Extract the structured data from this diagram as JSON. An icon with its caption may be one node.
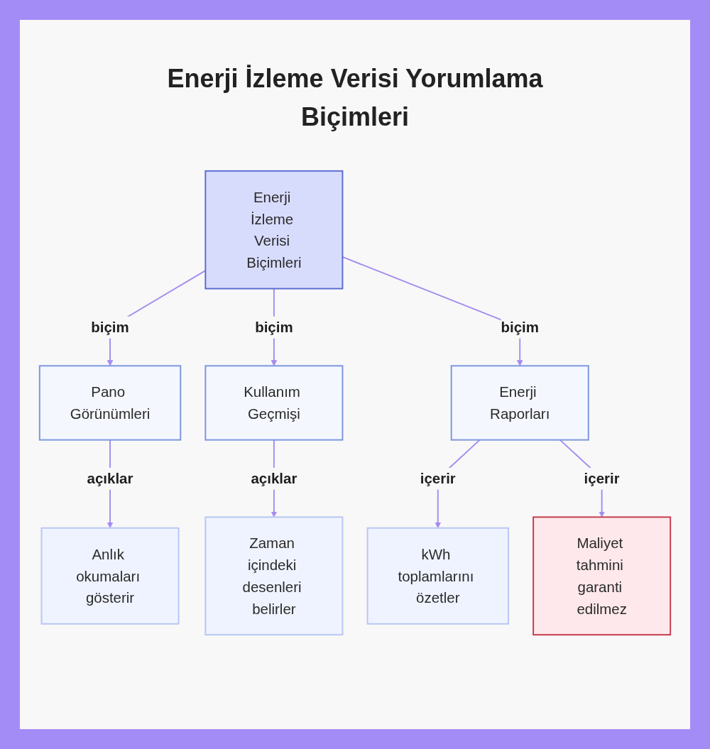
{
  "diagram": {
    "title": "Enerji İzleme Verisi Yorumlama Biçimleri",
    "nodes": [
      {
        "text": [
          "Enerji İzleme Verisi Biçimleri"
        ]
      },
      {
        "text": [
          "Pano Görünümleri"
        ]
      },
      {
        "text": [
          "Kullanım Geçmişi"
        ]
      },
      {
        "text": [
          "Enerji Raporları"
        ]
      },
      {
        "text": [
          "Anlık okumaları gösterir"
        ]
      },
      {
        "text": [
          "Zaman içindeki desenleri belirler"
        ]
      },
      {
        "text": [
          "kWh toplamlarını özetler"
        ]
      },
      {
        "text": [
          "Maliyet tahmini garanti edilmez"
        ]
      }
    ],
    "edges": [
      {
        "from": 0,
        "to": 1,
        "arrow": "to",
        "label": "biçim"
      },
      {
        "from": 0,
        "to": 2,
        "arrow": "to",
        "label": "biçim"
      },
      {
        "from": 0,
        "to": 3,
        "arrow": "to",
        "label": "biçim"
      },
      {
        "from": 1,
        "to": 4,
        "arrow": "to",
        "label": "açıklar"
      },
      {
        "from": 2,
        "to": 5,
        "arrow": "to",
        "label": "açıklar"
      },
      {
        "from": 3,
        "to": 6,
        "arrow": "to",
        "label": "içerir"
      },
      {
        "from": 3,
        "to": 7,
        "arrow": "to",
        "label": "içerir"
      }
    ]
  }
}
